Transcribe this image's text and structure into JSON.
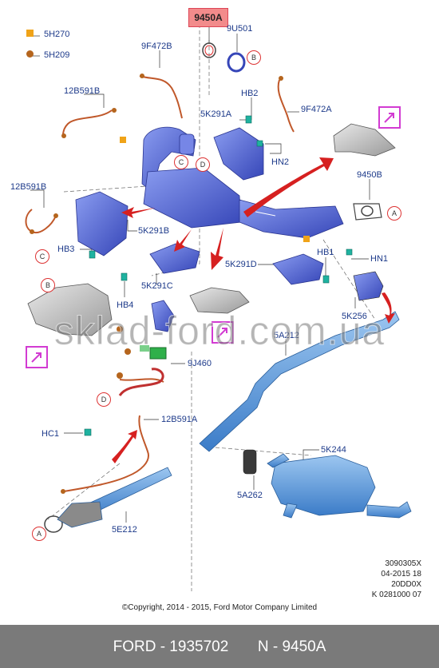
{
  "highlight_part": "9450A",
  "legend": [
    {
      "label": "5H270",
      "shape": "square",
      "color": "#f0a318"
    },
    {
      "label": "5H209",
      "shape": "dot",
      "color": "#b5651d"
    }
  ],
  "part_labels": {
    "p_9U501": "9U501",
    "p_9F472B": "9F472B",
    "p_12B591B_top": "12B591B",
    "p_HB2": "HB2",
    "p_9F472A": "9F472A",
    "p_5K291A": "5K291A",
    "p_HN2": "HN2",
    "p_12B591B_left": "12B591B",
    "p_9450B": "9450B",
    "p_5K291B": "5K291B",
    "p_HB3": "HB3",
    "p_HB1": "HB1",
    "p_HN1": "HN1",
    "p_5K291D": "5K291D",
    "p_5K291C": "5K291C",
    "p_HB4": "HB4",
    "p_5K256": "5K256",
    "p_5A212": "5A212",
    "p_9J460": "9J460",
    "p_12B591A": "12B591A",
    "p_HC1": "HC1",
    "p_5K244": "5K244",
    "p_5A262": "5A262",
    "p_5E212": "5E212"
  },
  "callouts": {
    "A": "A",
    "B": "B",
    "C": "C",
    "D": "D"
  },
  "watermark": "sklad-ford.com.ua",
  "ref_codes": [
    "3090305X",
    "04-2015 18",
    "20DD0X",
    "K 0281000 07"
  ],
  "copyright": "©Copyright, 2014 - 2015, Ford Motor Company Limited",
  "footer": {
    "brand_part": "FORD - 1935702",
    "n_part": "N - 9450A"
  },
  "colors": {
    "parts_blue": "#4a5fd6",
    "pipe_blue": "#4d8fd6",
    "label_blue": "#1d3a8a",
    "arrow_red": "#d62020",
    "highlight": "#f28b8b",
    "footer_bg": "#7a7a7a"
  }
}
